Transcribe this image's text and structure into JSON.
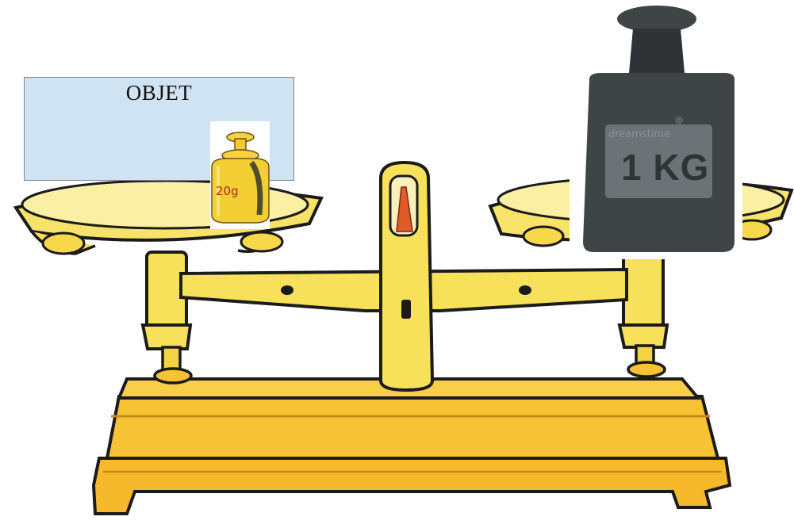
{
  "object_box": {
    "label": "OBJET",
    "fill_color": "#cfe3f3"
  },
  "small_weight": {
    "label": "20g",
    "color": "#f3d33b"
  },
  "big_weight": {
    "label": "1 KG",
    "color": "#3f4447",
    "watermark": "dreamstime"
  },
  "scale": {
    "color": "#f7e15a",
    "base_color": "#f8c334"
  }
}
